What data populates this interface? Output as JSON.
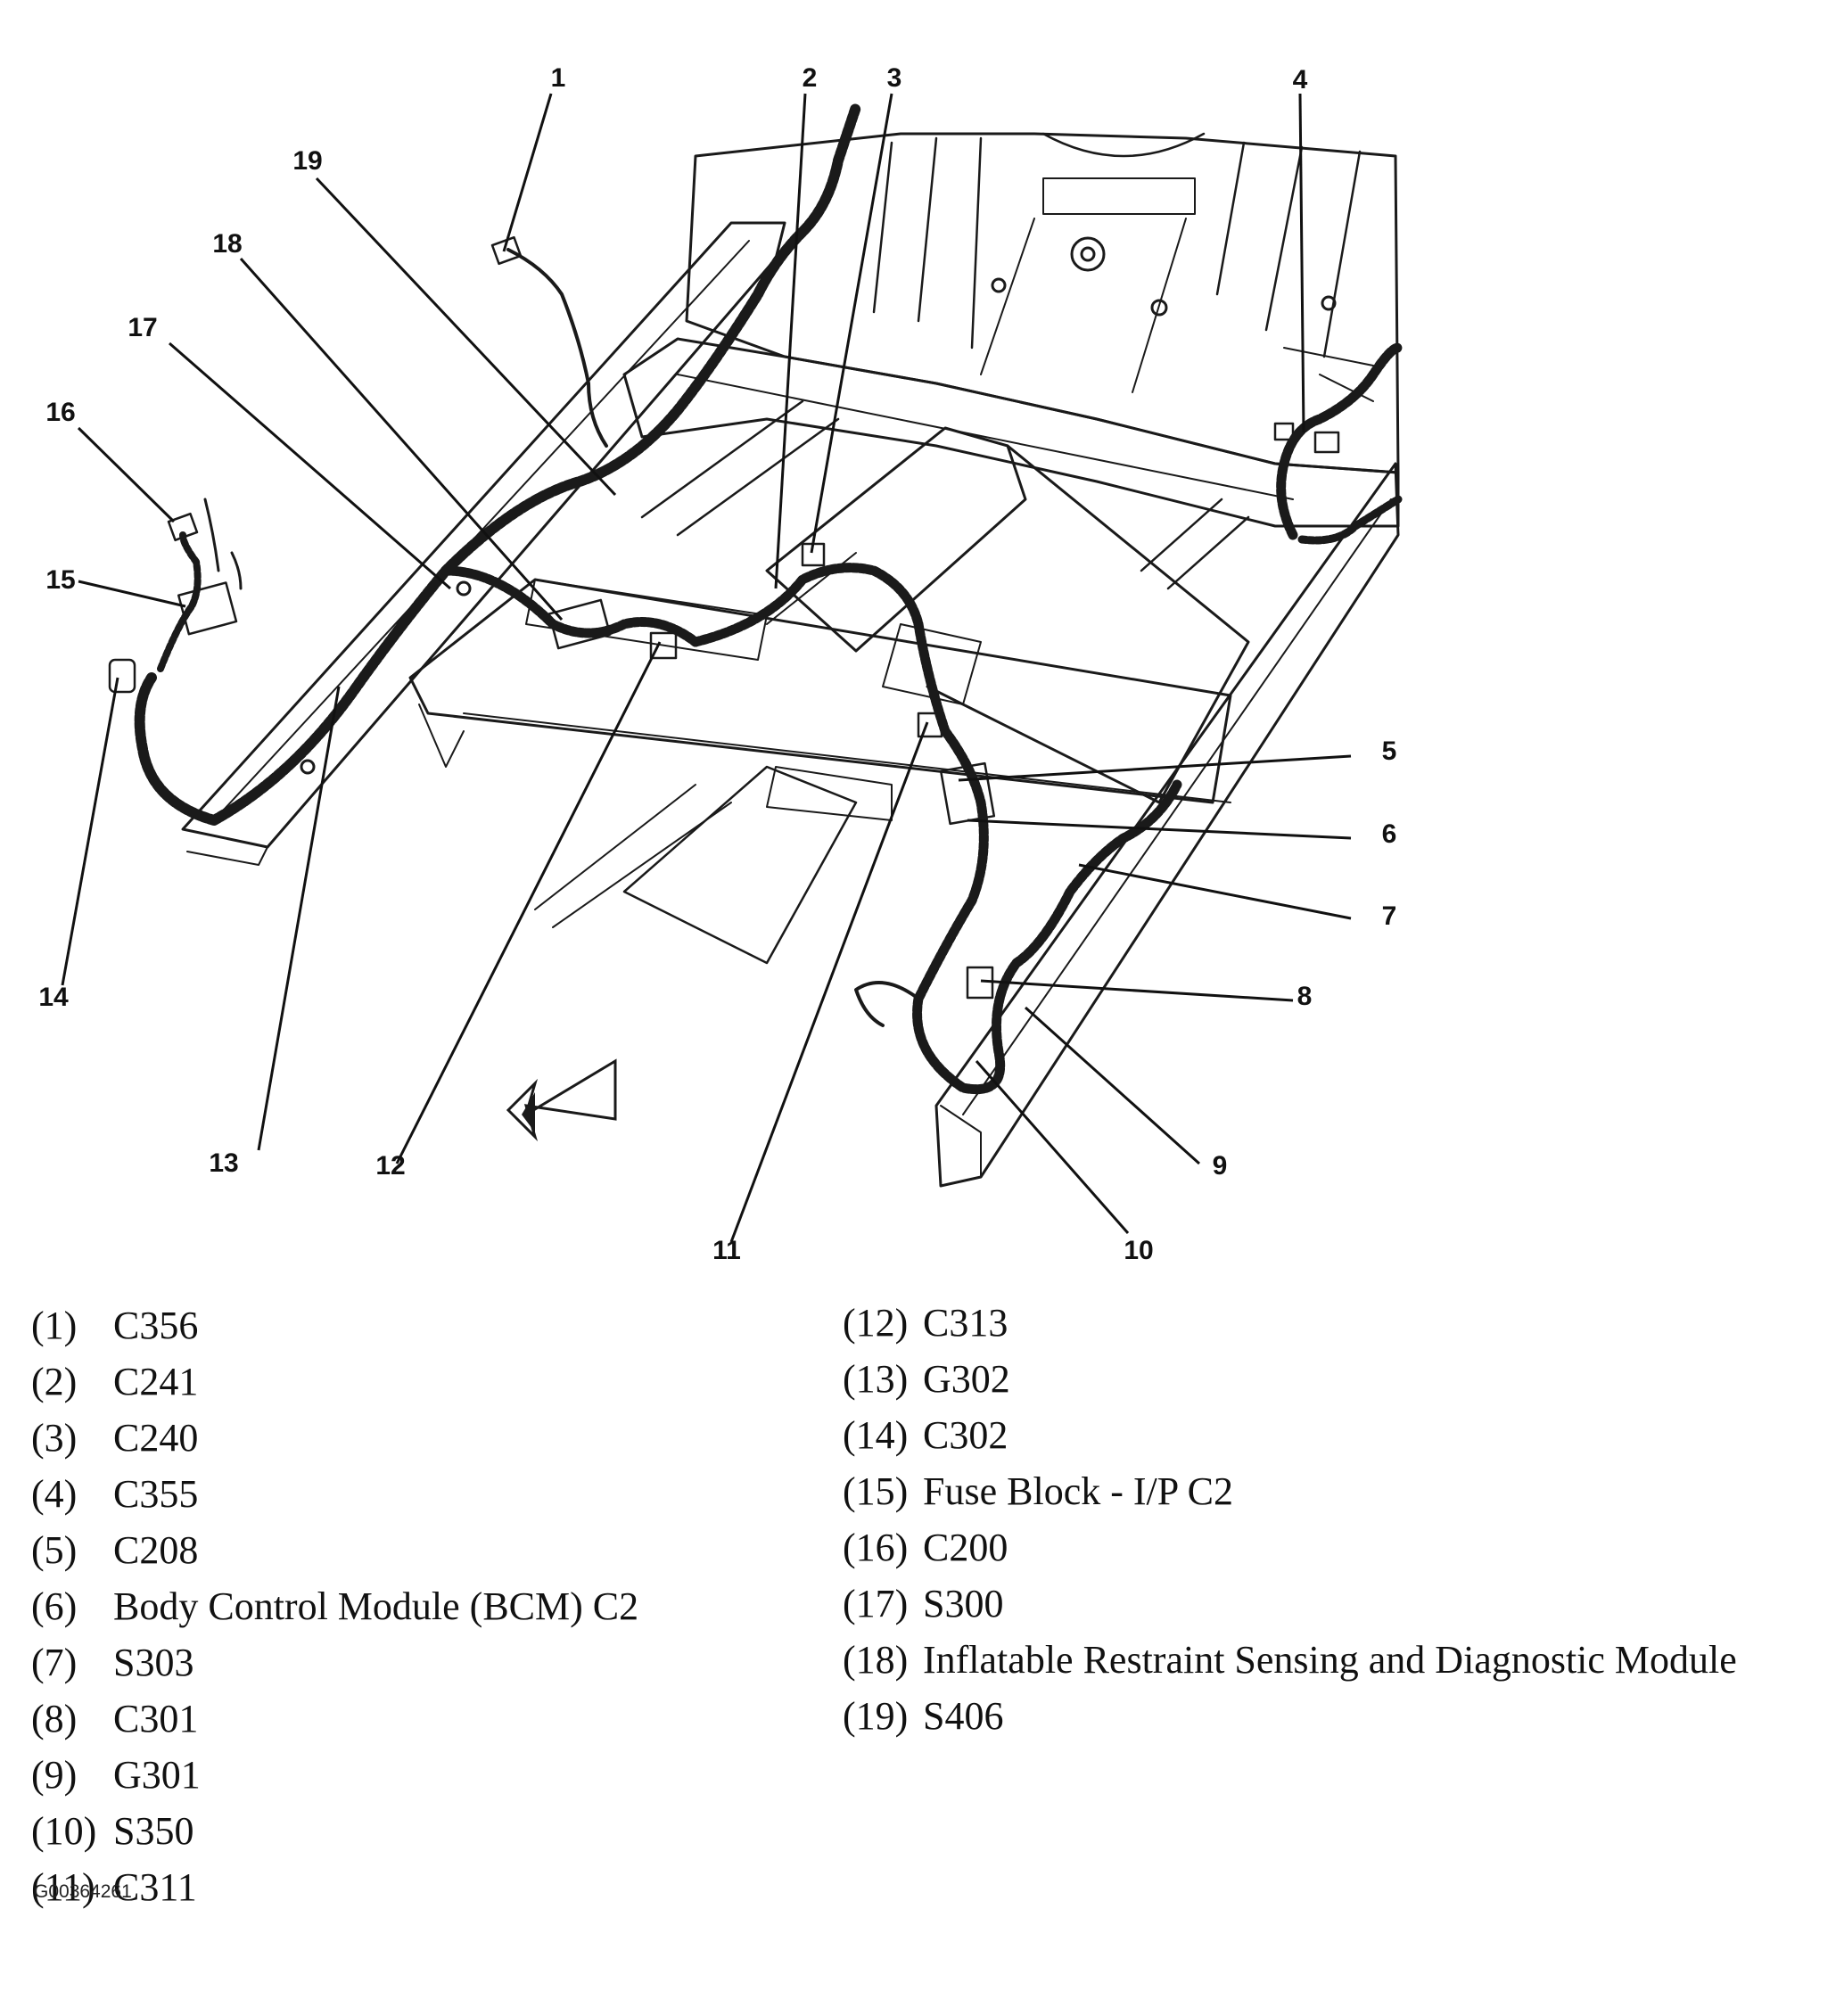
{
  "callouts": [
    {
      "n": "1"
    },
    {
      "n": "2"
    },
    {
      "n": "3"
    },
    {
      "n": "4"
    },
    {
      "n": "5"
    },
    {
      "n": "6"
    },
    {
      "n": "7"
    },
    {
      "n": "8"
    },
    {
      "n": "9"
    },
    {
      "n": "10"
    },
    {
      "n": "11"
    },
    {
      "n": "12"
    },
    {
      "n": "13"
    },
    {
      "n": "14"
    },
    {
      "n": "15"
    },
    {
      "n": "16"
    },
    {
      "n": "17"
    },
    {
      "n": "18"
    },
    {
      "n": "19"
    }
  ],
  "legend_left": [
    {
      "num": "(1)",
      "label": "C356"
    },
    {
      "num": "(2)",
      "label": "C241"
    },
    {
      "num": "(3)",
      "label": "C240"
    },
    {
      "num": "(4)",
      "label": "C355"
    },
    {
      "num": "(5)",
      "label": "C208"
    },
    {
      "num": "(6)",
      "label": "Body Control Module (BCM) C2"
    },
    {
      "num": "(7)",
      "label": "S303"
    },
    {
      "num": "(8)",
      "label": "C301"
    },
    {
      "num": "(9)",
      "label": "G301"
    },
    {
      "num": "(10)",
      "label": "S350"
    },
    {
      "num": "(11)",
      "label": "C311"
    }
  ],
  "legend_right": [
    {
      "num": "(12)",
      "label": "C313"
    },
    {
      "num": "(13)",
      "label": "G302"
    },
    {
      "num": "(14)",
      "label": "C302"
    },
    {
      "num": "(15)",
      "label": "Fuse Block - I/P C2"
    },
    {
      "num": "(16)",
      "label": "C200"
    },
    {
      "num": "(17)",
      "label": "S300"
    },
    {
      "num": "(18)",
      "label": "Inflatable Restraint Sensing and Diagnostic Module"
    },
    {
      "num": "(19)",
      "label": "S406"
    }
  ],
  "figure_id": "G00364261"
}
